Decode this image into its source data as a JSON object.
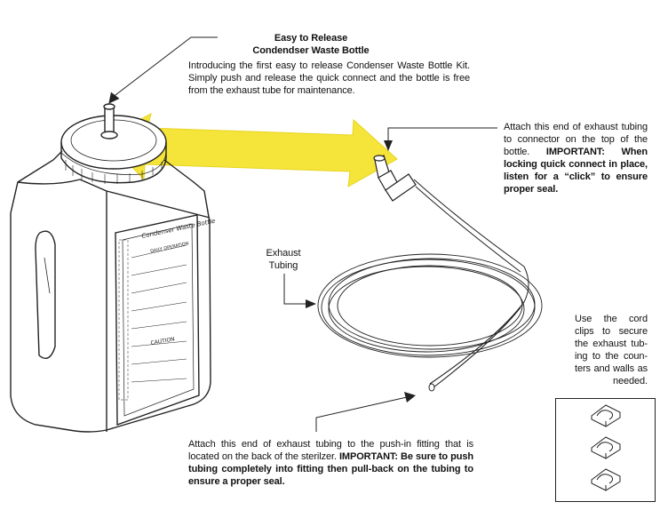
{
  "title": {
    "line1": "Easy to Release",
    "line2": "Condendser Waste Bottle"
  },
  "intro_text": "Introducing the first easy to release Condenser Waste Bottle Kit.  Simply push and release the quick connect and the bottle is free from the exhaust tube for maintenance.",
  "top_right_note": {
    "normal": "Attach this end of exhaust tubing to connector on the top of  the bottle.",
    "bold": "IMPORTANT: When locking quick connect in place, listen for a “click” to ensure proper seal."
  },
  "exhaust_label": {
    "line1": "Exhaust",
    "line2": "Tubing"
  },
  "cord_clip_note": "Use the cord clips to secure the exhaust tub-ing to the coun-ters and walls as needed.",
  "bottom_note": {
    "normal": "Attach this end of exhaust tubing to the push-in fitting that is located on the back of the sterilzer.",
    "bold_inline": "IMPORTANT:",
    "bold": "Be sure to push tubing completely into fitting then pull-back on the tubing to ensure a proper seal."
  },
  "bottle_label": {
    "title": "Condenser Waste Bottle",
    "heading": "DAILY OPERATION",
    "caution": "CAUTION"
  },
  "colors": {
    "arrow": "#f5e43a",
    "arrow_edge": "#e8d420",
    "line": "#222222"
  }
}
